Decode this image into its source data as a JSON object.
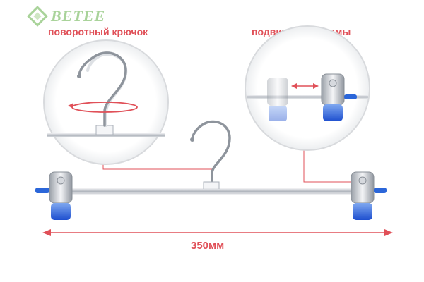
{
  "brand": {
    "logo_text": "BETEE",
    "logo_color": "#a9d39a"
  },
  "callouts": {
    "hook": {
      "label": "поворотный крючок"
    },
    "clips": {
      "label": "подвижные зажимы"
    }
  },
  "dimension": {
    "label": "350мм"
  },
  "colors": {
    "accent": "#e05058",
    "clip_blue": "#1e5ad8",
    "metal": "#b8bcc4"
  }
}
